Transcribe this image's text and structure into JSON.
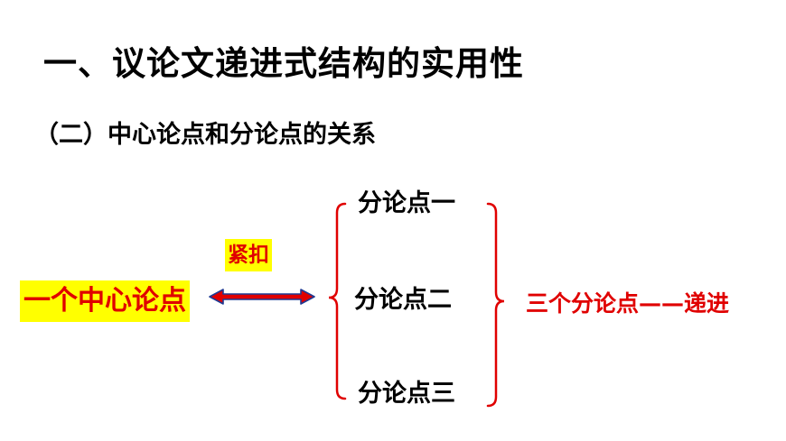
{
  "title": "一、议论文递进式结构的实用性",
  "subtitle": "（二）中心论点和分论点的关系",
  "diagram": {
    "central_point": "一个中心论点",
    "link_label": "紧扣",
    "sub_points": [
      "分论点一",
      "分论点二",
      "分论点三"
    ],
    "summary": "三个分论点——递进"
  },
  "colors": {
    "text": "#000000",
    "accent_red": "#e00000",
    "highlight_yellow": "#ffff00",
    "bracket_red": "#e00000",
    "arrow_fill": "#e00000",
    "arrow_stroke": "#1f3a93"
  }
}
